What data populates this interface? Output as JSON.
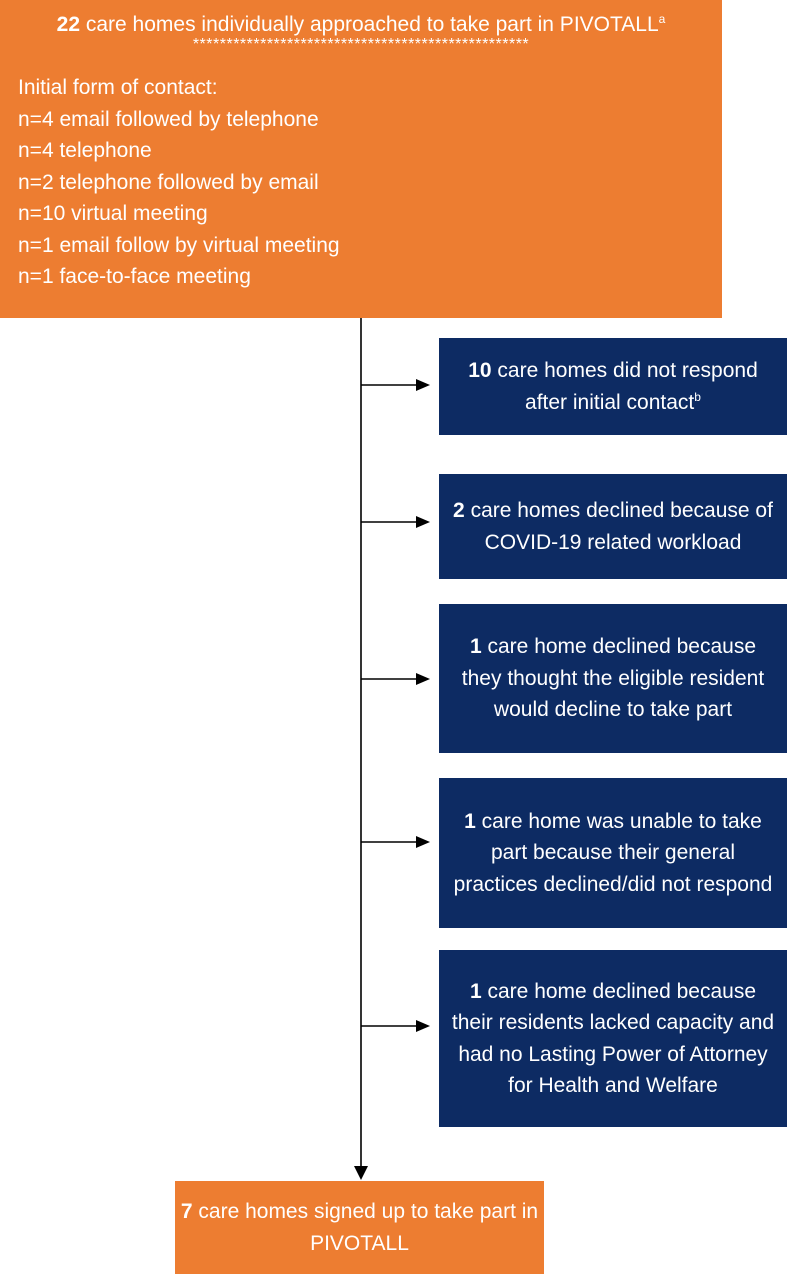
{
  "top": {
    "count": "22",
    "title_rest": " care homes individually approached to take part in PIVOTALL",
    "title_sup": "a",
    "divider": "**************************************************",
    "contact_lines": [
      "Initial form of contact:",
      "n=4 email followed by telephone",
      "n=4 telephone",
      "n=2 telephone followed by email",
      "n=10 virtual meeting",
      "n=1 email follow by virtual meeting",
      "n=1 face-to-face meeting"
    ]
  },
  "exclusions": [
    {
      "count": "10",
      "text": " care homes did not respond after initial contact",
      "sup": "b"
    },
    {
      "count": "2",
      "text": " care homes declined because of COVID-19 related workload"
    },
    {
      "count": "1",
      "text": " care home declined because they thought the eligible resident would decline to take part"
    },
    {
      "count": "1",
      "text": " care home was unable to take part because their general practices declined/did not respond"
    },
    {
      "count": "1",
      "text": " care home declined because their residents lacked capacity and had no Lasting Power of Attorney for Health and Welfare"
    }
  ],
  "bottom": {
    "count": "7",
    "text": " care homes signed up to take part in PIVOTALL"
  },
  "colors": {
    "orange": "#ED7D31",
    "navy": "#0D2B63",
    "arrow": "#000000"
  }
}
